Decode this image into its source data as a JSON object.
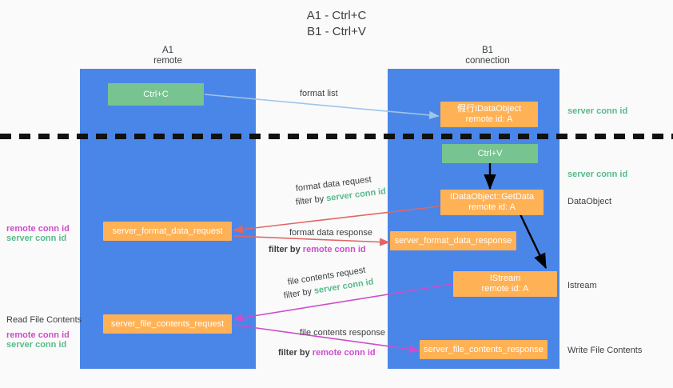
{
  "title": "A1 - Ctrl+C\nB1 - Ctrl+V",
  "columns": [
    {
      "name": "A1",
      "role": "remote",
      "label": "A1\nremote"
    },
    {
      "name": "B1",
      "role": "connection",
      "label": "B1\nconnection"
    }
  ],
  "colors": {
    "lane": "#4a86e8",
    "node_green": "#77c490",
    "node_orange": "#ffb155",
    "server_conn_id": "#57bb8a",
    "remote_conn_id": "#cc4ecc",
    "arrow_blue": "#9fc5e8",
    "arrow_red": "#e06666",
    "arrow_magenta": "#cc4ecc",
    "arrow_black": "#000000",
    "divider": "#111111",
    "text": "#3c4043",
    "background": "#fafafa"
  },
  "nodes": {
    "ctrl_c": {
      "label": "Ctrl+C",
      "color": "green"
    },
    "idataobject": {
      "line1": "假行IDataObject",
      "line2": "remote id: A",
      "color": "orange"
    },
    "ctrl_v": {
      "label": "Ctrl+V",
      "color": "green"
    },
    "getdata": {
      "line1": "IDataObject::GetData",
      "line2": "remote id: A",
      "color": "orange"
    },
    "server_format_data_request": {
      "label": "server_format_data_request",
      "color": "orange"
    },
    "server_format_data_response": {
      "label": "server_format_data_response",
      "color": "orange"
    },
    "istream": {
      "line1": "IStream",
      "line2": "remote id: A",
      "color": "orange"
    },
    "server_file_contents_request": {
      "label": "server_file_contents_request",
      "color": "orange"
    },
    "server_file_contents_response": {
      "label": "server_file_contents_response",
      "color": "orange"
    }
  },
  "edge_labels": {
    "format_list": "format list",
    "format_data_request": "format data request",
    "format_data_request_filter_prefix": "filter by ",
    "format_data_request_filter_key": "server conn id",
    "format_data_response": "format data response",
    "format_data_response_filter_prefix": "filter by ",
    "format_data_response_filter_key": "remote conn id",
    "file_contents_request": "file contents request",
    "file_contents_request_filter_prefix": "filter by ",
    "file_contents_request_filter_key": "server conn id",
    "file_contents_response": "file contents response",
    "file_contents_response_filter_prefix": "filter by ",
    "file_contents_response_filter_key": "remote conn id"
  },
  "right_annotations": [
    {
      "text": "server conn id",
      "kind": "server"
    },
    {
      "text": "server conn id",
      "kind": "server"
    },
    {
      "text": "DataObject",
      "kind": "plain"
    },
    {
      "text": "Istream",
      "kind": "plain"
    },
    {
      "text": "Write File Contents",
      "kind": "plain"
    }
  ],
  "left_annotations": {
    "group1": [
      {
        "text": "remote conn id",
        "kind": "remote"
      },
      {
        "text": "server conn id",
        "kind": "server"
      }
    ],
    "read_file_contents": "Read File Contents",
    "group2": [
      {
        "text": "remote conn id",
        "kind": "remote"
      },
      {
        "text": "server conn id",
        "kind": "server"
      }
    ]
  }
}
